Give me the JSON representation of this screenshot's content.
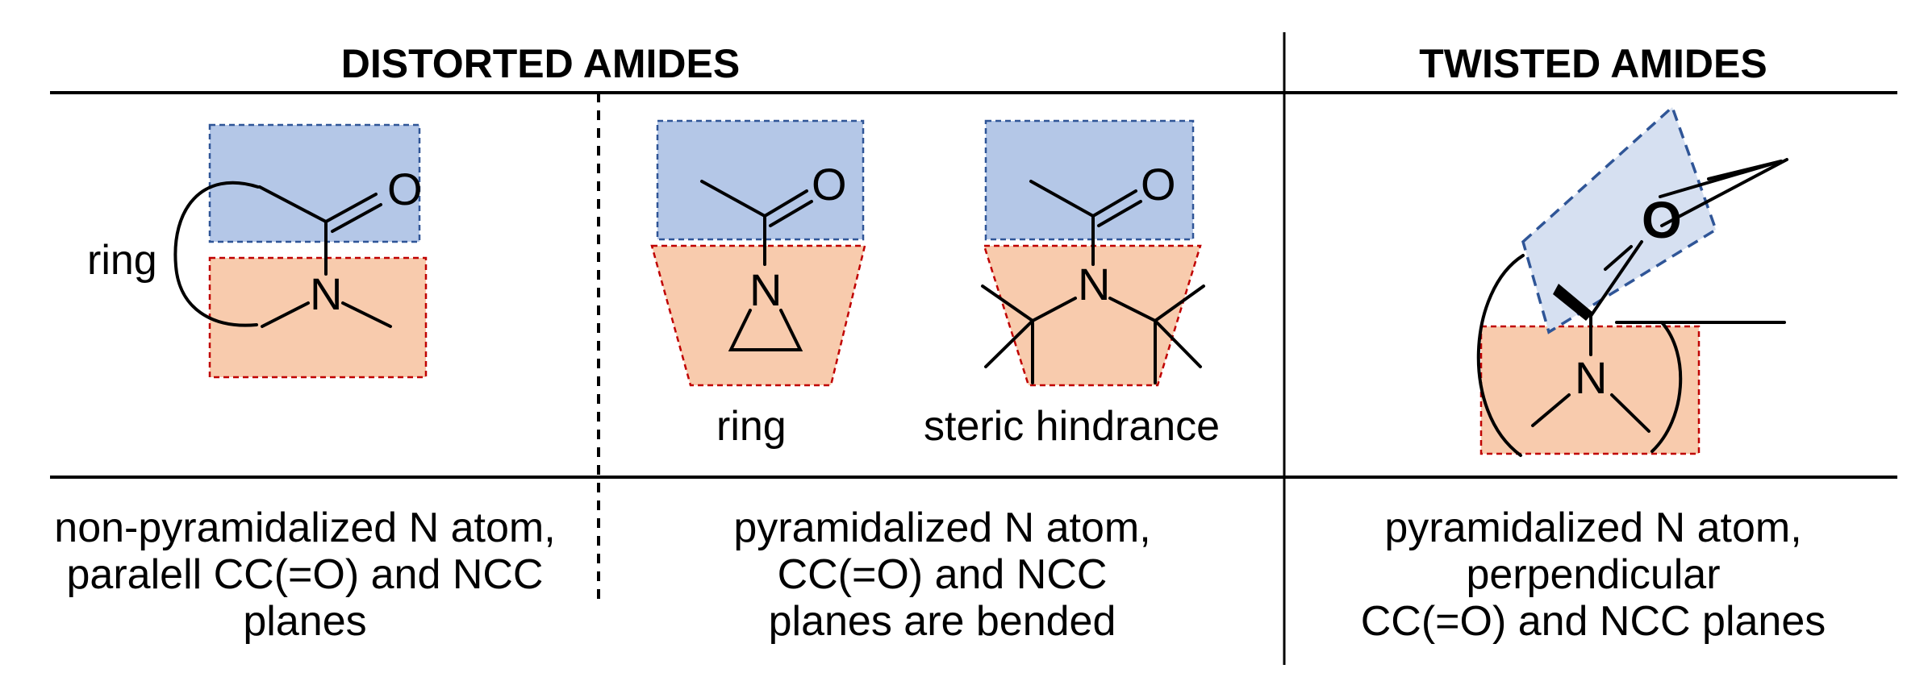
{
  "headers": {
    "distorted": "DISTORTED AMIDES",
    "twisted": "TWISTED AMIDES"
  },
  "atoms": {
    "oxygen": "O",
    "nitrogen": "N"
  },
  "labels": {
    "ring": "ring",
    "steric": "steric hindrance"
  },
  "captions": {
    "col1": [
      "non-pyramidalized N atom,",
      "paralell CC(=O) and NCC",
      "planes"
    ],
    "col2": [
      "pyramidalized N atom,",
      "CC(=O) and NCC",
      "planes are bended"
    ],
    "col3": [
      "pyramidalized N atom,",
      "perpendicular",
      "CC(=O) and NCC planes"
    ]
  }
}
